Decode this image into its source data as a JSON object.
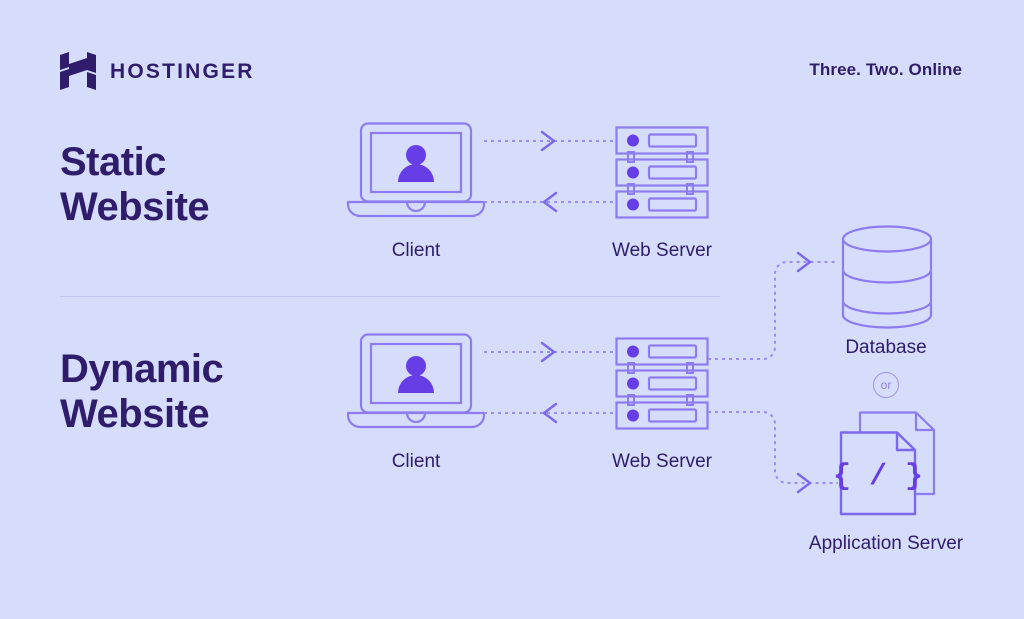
{
  "brand": {
    "name": "HOSTINGER",
    "logo_icon": "hostinger-h-logo",
    "tagline": "Three. Two. Online"
  },
  "colors": {
    "background": "#d6ddfb",
    "heading_text": "#2f1c6a",
    "label_text": "#2f1c6a",
    "icon_stroke": "#8c7cf0",
    "accent_fill": "#673de6",
    "connector": "#9a8cf0",
    "divider": "#bfc8ee"
  },
  "sections": [
    {
      "id": "static",
      "title_line1": "Static",
      "title_line2": "Website",
      "nodes": [
        {
          "id": "client",
          "label": "Client",
          "icon": "laptop-user-icon"
        },
        {
          "id": "web-server",
          "label": "Web Server",
          "icon": "server-rack-icon"
        }
      ],
      "connectors": [
        {
          "id": "client-to-server",
          "direction": "right",
          "style": "dotted"
        },
        {
          "id": "server-to-client",
          "direction": "left",
          "style": "dotted"
        }
      ]
    },
    {
      "id": "dynamic",
      "title_line1": "Dynamic",
      "title_line2": "Website",
      "nodes": [
        {
          "id": "client",
          "label": "Client",
          "icon": "laptop-user-icon"
        },
        {
          "id": "web-server",
          "label": "Web Server",
          "icon": "server-rack-icon"
        },
        {
          "id": "database",
          "label": "Database",
          "icon": "database-cylinder-icon"
        },
        {
          "id": "application-server",
          "label": "Application Server",
          "icon": "code-document-icon"
        }
      ],
      "or_badge": "or",
      "connectors": [
        {
          "id": "client-to-server",
          "direction": "right",
          "style": "dotted"
        },
        {
          "id": "server-to-client",
          "direction": "left",
          "style": "dotted"
        },
        {
          "id": "server-to-database",
          "direction": "right",
          "style": "dotted-elbow-up"
        },
        {
          "id": "server-to-application-server",
          "direction": "right",
          "style": "dotted-elbow-down"
        }
      ]
    }
  ],
  "code_glyph": "{ / }"
}
